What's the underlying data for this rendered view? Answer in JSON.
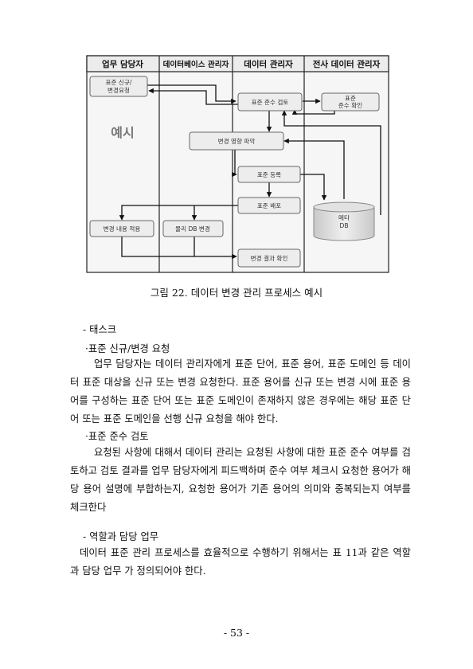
{
  "diagram": {
    "lanes": [
      "업무 담당자",
      "데이터베이스 관리자",
      "데이터 관리자",
      "전사 데이터 관리자"
    ],
    "example_label": "예시",
    "boxes": {
      "request": [
        "표준 신규/",
        "변경요청"
      ],
      "review": "표준 준수 검토",
      "confirm": [
        "표준",
        "준수 확인"
      ],
      "impact": "변경 영향 파악",
      "register": "표준 등록",
      "deploy": "표준 배포",
      "apply": "변경 내용 적용",
      "physical": "물리 DB 변경",
      "result": "변경 결과 확인",
      "metadb": [
        "메타",
        "DB"
      ]
    }
  },
  "caption": "그림 22. 데이터 변경 관리 프로세스 예시",
  "sections": {
    "task_heading": "- 태스크",
    "item1_title": "·표준 신규/변경 요청",
    "item1_body": "업무 담당자는 데이터 관리자에게 표준 단어, 표준 용어, 표준 도메인 등 데이터 표준 대상을 신규 또는 변경 요청한다. 표준 용어를 신규 또는 변경 시에 표준 용어를 구성하는 표준 단어 또는 표준 도메인이 존재하지 않은 경우에는 해당 표준 단어 또는 표준 도메인을 선행 신규 요청을 해야 한다.",
    "item2_title": "·표준 준수 검토",
    "item2_body": "요청된 사항에 대해서 데이터 관리는 요청된 사항에 대한 표준 준수 여부를 검토하고 검토 결과를 업무 담당자에게 피드백하며 준수 여부 체크시 요청한 용어가 해당 용어 설명에 부합하는지, 요청한 용어가 기존 용어의 의미와 중복되는지 여부를 체크한다",
    "role_heading": "- 역할과 담당 업무",
    "role_body": "데이터 표준 관리 프로세스를 효율적으로 수행하기 위해서는 표 11과 같은 역할과 담당 업무 가 정의되어야 한다."
  },
  "page_number": "- 53 -"
}
